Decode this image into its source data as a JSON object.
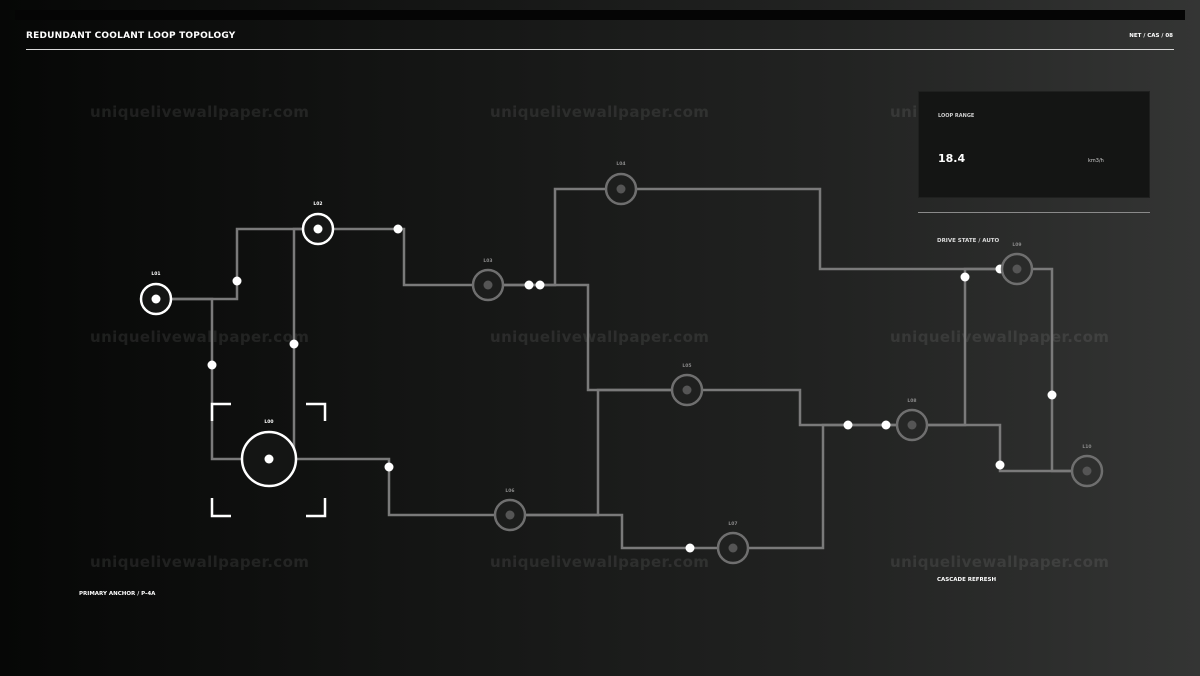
{
  "header": {
    "title": "REDUNDANT COOLANT LOOP TOPOLOGY",
    "ref": "NET / CAS / 08"
  },
  "watermark": "uniquelivewallpaper.com",
  "panel": {
    "label": "LOOP RANGE",
    "value": "18.4",
    "unit": "km3/h"
  },
  "captions": {
    "drive_state": "DRIVE STATE / AUTO",
    "cascade": "CASCADE REFRESH",
    "anchor": "PRIMARY ANCHOR / P-4A"
  },
  "colors": {
    "accent": "#ffffff",
    "muted_node": "#6f6f6f",
    "link": "#7a7a7a",
    "background_dark": "#060706",
    "background_light": "#343534"
  },
  "nodes": [
    {
      "id": "L01",
      "label": "L01",
      "state": "active"
    },
    {
      "id": "L02",
      "label": "L02",
      "state": "active"
    },
    {
      "id": "L03",
      "label": "L03",
      "state": "idle"
    },
    {
      "id": "L04",
      "label": "L04",
      "state": "idle"
    },
    {
      "id": "L05",
      "label": "L05",
      "state": "idle"
    },
    {
      "id": "L06",
      "label": "L06",
      "state": "idle"
    },
    {
      "id": "L07",
      "label": "L07",
      "state": "idle"
    },
    {
      "id": "L08",
      "label": "L08",
      "state": "idle"
    },
    {
      "id": "L09",
      "label": "L09",
      "state": "idle"
    },
    {
      "id": "L10",
      "label": "L10",
      "state": "idle"
    },
    {
      "id": "L00",
      "label": "L00",
      "state": "primary"
    }
  ],
  "edges": [
    [
      "L01",
      "L02"
    ],
    [
      "L01",
      "L00"
    ],
    [
      "L02",
      "L00"
    ],
    [
      "L02",
      "L03"
    ],
    [
      "L03",
      "L04"
    ],
    [
      "L03",
      "L05"
    ],
    [
      "L00",
      "L06"
    ],
    [
      "L05",
      "L06"
    ],
    [
      "L06",
      "L07"
    ],
    [
      "L05",
      "L08"
    ],
    [
      "L07",
      "L08"
    ],
    [
      "L04",
      "L09"
    ],
    [
      "L08",
      "L09"
    ],
    [
      "L08",
      "L10"
    ],
    [
      "L09",
      "L10"
    ]
  ]
}
